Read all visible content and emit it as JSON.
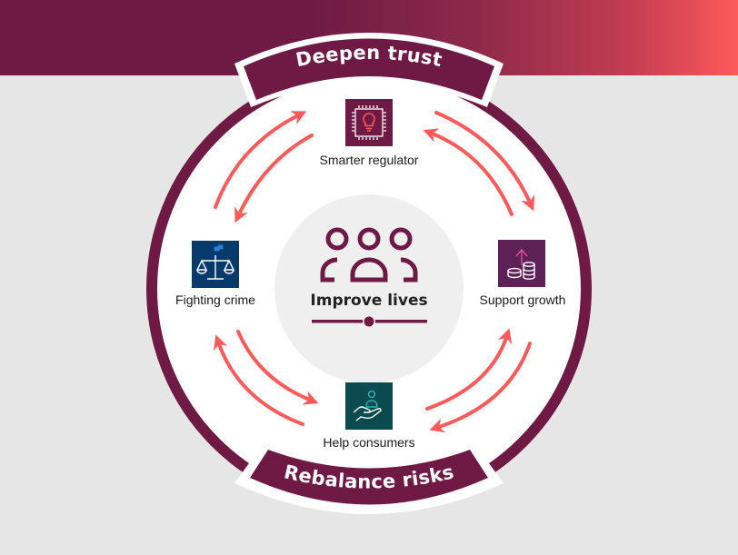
{
  "diagram": {
    "top_banner": "Deepen trust",
    "bottom_banner": "Rebalance risks",
    "center": {
      "label": "Improve lives",
      "icon": "people-group-icon"
    },
    "nodes": [
      {
        "id": "smarter-regulator",
        "label": "Smarter regulator",
        "icon": "chip-lightbulb-icon",
        "tile_color": "#6e1a45"
      },
      {
        "id": "support-growth",
        "label": "Support growth",
        "icon": "coins-arrow-up-icon",
        "tile_color": "#5d2158"
      },
      {
        "id": "help-consumers",
        "label": "Help consumers",
        "icon": "hand-person-icon",
        "tile_color": "#0b4a4f"
      },
      {
        "id": "fighting-crime",
        "label": "Fighting crime",
        "icon": "scales-icon",
        "tile_color": "#053a6b"
      }
    ],
    "connections": [
      {
        "from": "smarter-regulator",
        "to": "support-growth",
        "bidirectional": true
      },
      {
        "from": "support-growth",
        "to": "help-consumers",
        "bidirectional": true
      },
      {
        "from": "help-consumers",
        "to": "fighting-crime",
        "bidirectional": true
      },
      {
        "from": "fighting-crime",
        "to": "smarter-regulator",
        "bidirectional": true
      }
    ],
    "colors": {
      "primary": "#6e1a45",
      "accent": "#fd5a5a",
      "background": "#e6e6e6",
      "center_fill": "#efefef"
    }
  }
}
